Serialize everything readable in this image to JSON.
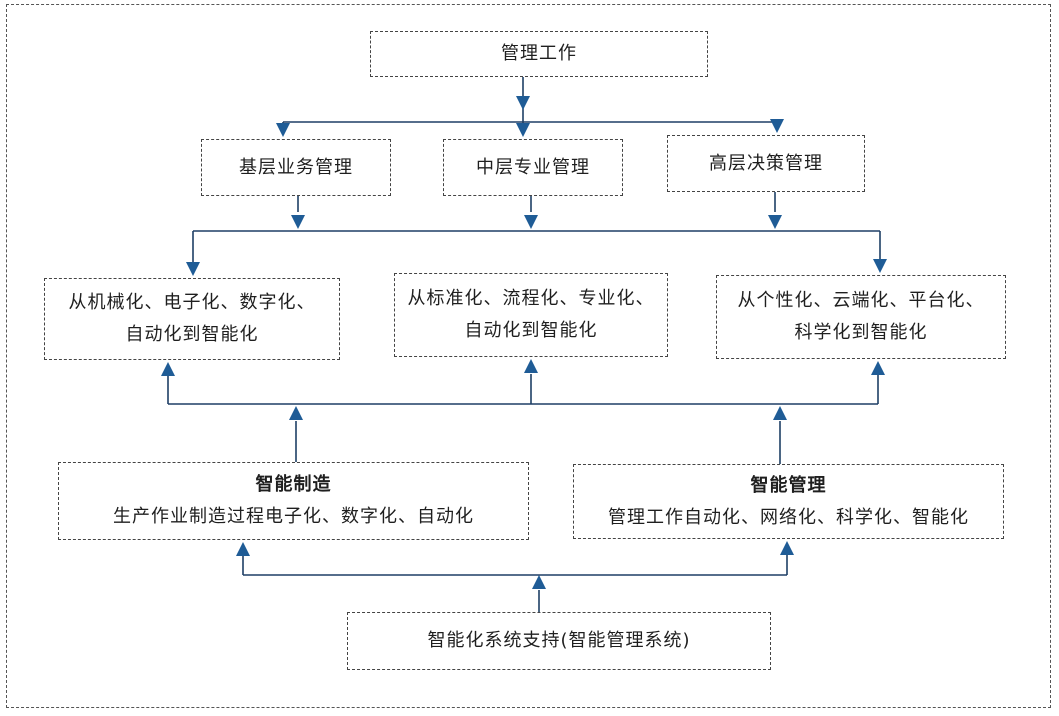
{
  "diagram": {
    "colors": {
      "line": "#1e3f66",
      "arrow": "#1f5c96",
      "border": "#444444",
      "text": "#1f1f1f"
    },
    "nodes": {
      "management_work": {
        "lines": [
          "管理工作"
        ]
      },
      "basic_management": {
        "lines": [
          "基层业务管理"
        ]
      },
      "middle_management": {
        "lines": [
          "中层专业管理"
        ]
      },
      "senior_management": {
        "lines": [
          "高层决策管理"
        ]
      },
      "mechanization_path": {
        "lines": [
          "从机械化、电子化、数字化、",
          "自动化到智能化"
        ]
      },
      "standardization_path": {
        "lines": [
          "从标准化、流程化、专业化、",
          "自动化到智能化"
        ]
      },
      "personalization_path": {
        "lines": [
          "从个性化、云端化、平台化、",
          "科学化到智能化"
        ]
      },
      "smart_manufacturing": {
        "title": "智能制造",
        "lines": [
          "生产作业制造过程电子化、数字化、自动化"
        ]
      },
      "smart_management": {
        "title": "智能管理",
        "lines": [
          "管理工作自动化、网络化、科学化、智能化"
        ]
      },
      "intelligent_system_support": {
        "lines": [
          "智能化系统支持(智能管理系统)"
        ]
      }
    }
  }
}
